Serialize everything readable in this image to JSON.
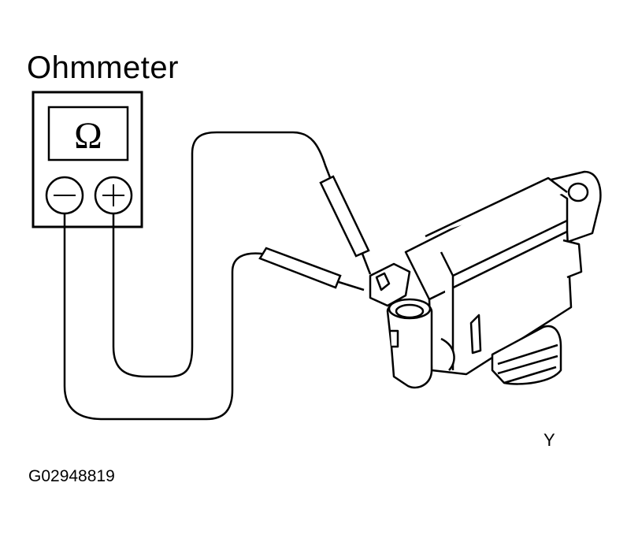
{
  "diagram": {
    "title": "Ohmmeter",
    "display_symbol": "Ω",
    "terminals": {
      "negative_symbol": "negative-terminal",
      "positive_symbol": "positive-terminal"
    },
    "figure_code": "G02948819",
    "corner_letter": "Y",
    "stroke_color": "#000000",
    "background_color": "#ffffff"
  }
}
